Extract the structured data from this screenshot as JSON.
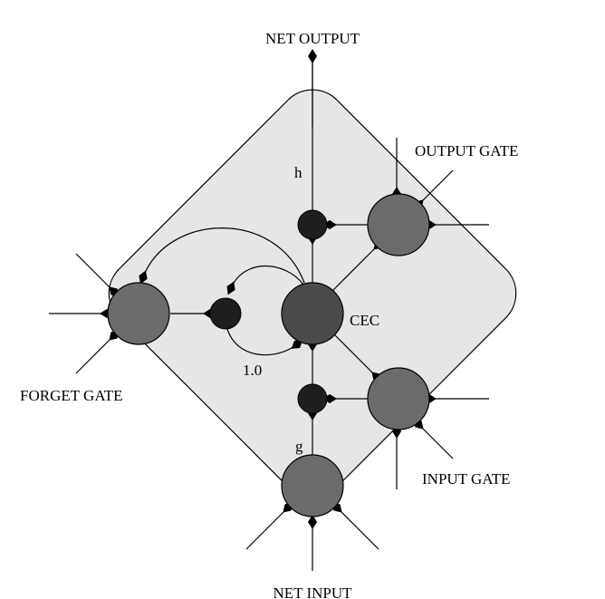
{
  "labels": {
    "net_output": "NET OUTPUT",
    "net_input": "NET INPUT",
    "output_gate": "OUTPUT GATE",
    "input_gate": "INPUT GATE",
    "forget_gate": "FORGET GATE",
    "cec": "CEC",
    "h": "h",
    "g": "g",
    "recurrent_weight": "1.0"
  },
  "colors": {
    "cell_background": "#e6e6e6",
    "gate_node": "#6b6b6b",
    "cec_node": "#4a4a4a",
    "multiplier_node": "#1f1f1f"
  }
}
